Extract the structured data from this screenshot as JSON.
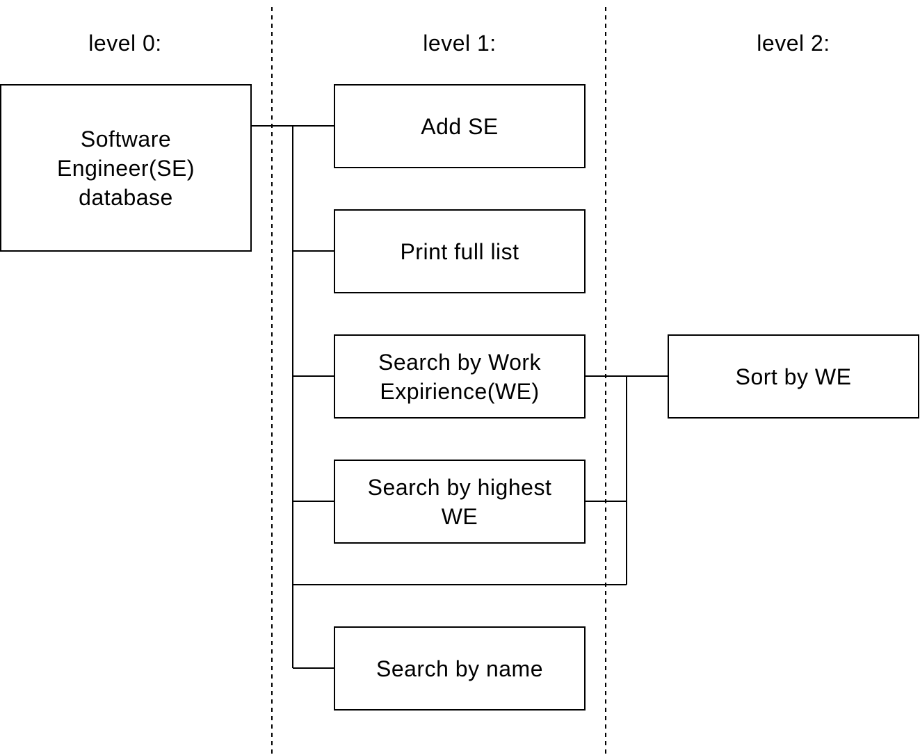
{
  "levels": [
    {
      "label": "level 0:"
    },
    {
      "label": "level 1:"
    },
    {
      "label": "level 2:"
    }
  ],
  "root": {
    "label": "Software\nEngineer(SE)\ndatabase"
  },
  "level1": [
    {
      "label": "Add SE"
    },
    {
      "label": "Print full list"
    },
    {
      "label": "Search by Work\nExpirience(WE)"
    },
    {
      "label": "Search by highest\nWE"
    },
    {
      "label": "Search by name"
    }
  ],
  "level2": [
    {
      "label": "Sort by WE"
    }
  ],
  "colors": {
    "line": "#000000",
    "box_fill": "#ffffff",
    "text": "#000000"
  }
}
